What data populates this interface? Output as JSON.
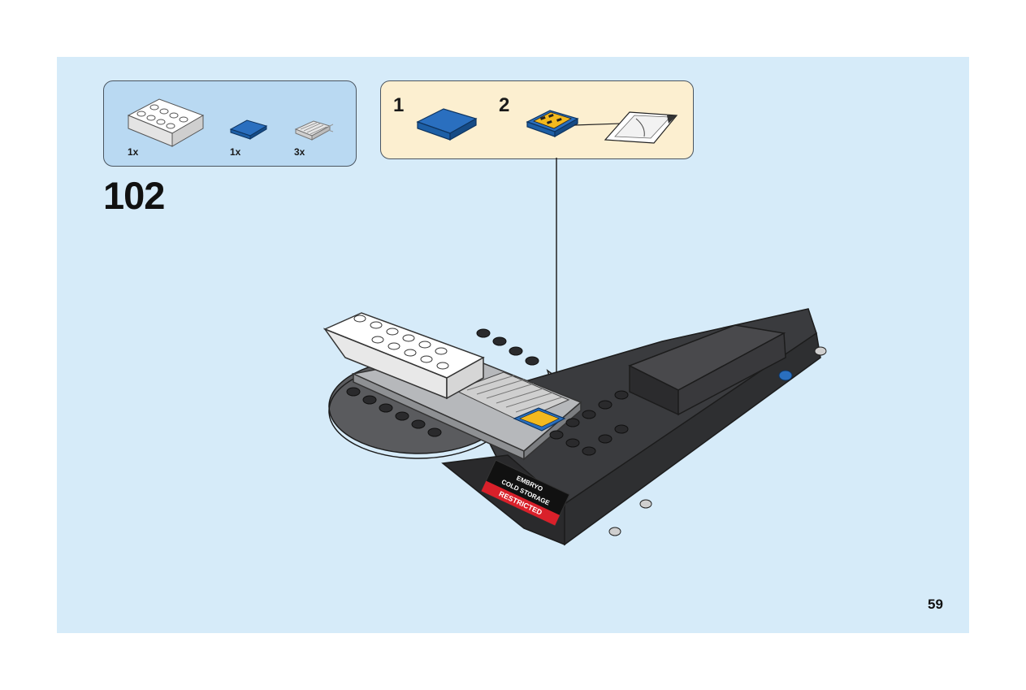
{
  "step": {
    "number": "102"
  },
  "parts_list": [
    {
      "name": "white-brick-2x4",
      "quantity": "1x"
    },
    {
      "name": "blue-tile-1x2",
      "quantity": "1x"
    },
    {
      "name": "trans-clear-plate",
      "quantity": "3x"
    }
  ],
  "substeps": [
    {
      "number": "1"
    },
    {
      "number": "2"
    }
  ],
  "model": {
    "sticker_lines": [
      "EMBRYO",
      "COLD STORAGE",
      "RESTRICTED"
    ]
  },
  "page_number": "59",
  "colors": {
    "page_background": "#d6ebf9",
    "parts_box": "#b9d9f2",
    "substep_box": "#fcefd0",
    "brick_blue": "#1d5fa6",
    "brick_dark": "#3a3a3d",
    "brick_grey": "#a8aaad"
  }
}
